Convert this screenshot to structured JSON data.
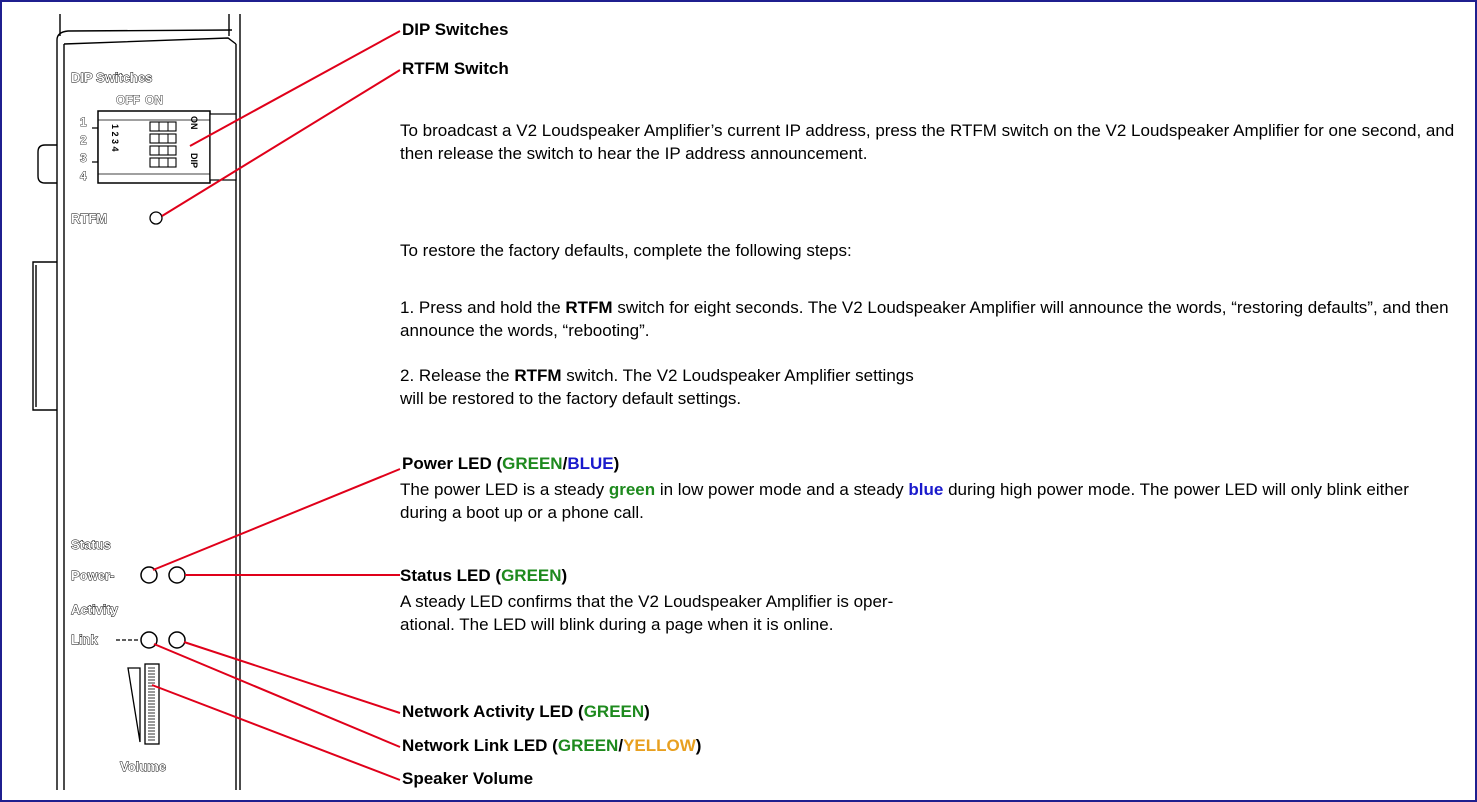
{
  "panel": {
    "dip_label": "DIP Switches",
    "off_label": "OFF",
    "on_label": "ON",
    "switch_numbers": [
      "1",
      "2",
      "3",
      "4"
    ],
    "switch_body_numbers": "1 2 3 4",
    "switch_on_text": "ON",
    "switch_dip_text": "DIP",
    "rtfm_label": "RTFM",
    "status_label": "Status",
    "power_label": "Power-",
    "activity_label": "Activity",
    "link_label": "Link",
    "volume_label": "Volume"
  },
  "callouts": {
    "dip_switches": "DIP Switches",
    "rtfm_switch": "RTFM Switch",
    "rtfm_para1": "To broadcast a V2 Loudspeaker Amplifier’s current IP address, press the RTFM switch on the V2 Loudspeaker Amplifier for one second, and then release the switch to hear the IP address announcement.",
    "rtfm_para2": "To restore the factory defaults, complete the following steps:",
    "step1_prefix": "1. Press and hold the ",
    "step1_bold": "RTFM",
    "step1_suffix": " switch for eight seconds. The V2 Loudspeaker Amplifier will announce the words, “restoring defaults”, and then announce the words, “rebooting”.",
    "step2_prefix": "2. Release the ",
    "step2_bold": "RTFM",
    "step2_line1_suffix": " switch. The V2 Loudspeaker Amplifier settings",
    "step2_line2": "will be restored to the factory default settings.",
    "power_led_title": "Power LED (",
    "power_led_green": "GREEN",
    "power_led_slash": "/",
    "power_led_blue": "BLUE",
    "power_led_close": ")",
    "power_desc_1": "The power LED is a steady ",
    "power_desc_green": "green",
    "power_desc_2": " in low power mode and a steady ",
    "power_desc_blue": "blue",
    "power_desc_3": " during high power mode. The power LED will only blink either during a boot up or a phone call.",
    "status_led_title": "Status LED (",
    "status_led_green": "GREEN",
    "status_led_close": ")",
    "status_desc_line1": "A steady LED confirms that the V2 Loudspeaker Amplifier is oper-",
    "status_desc_line2": "ational. The LED will blink during a page when it is online.",
    "activity_led_title": "Network Activity LED (",
    "activity_led_green": "GREEN",
    "activity_led_close": ")",
    "link_led_title": "Network Link LED (",
    "link_led_green": "GREEN",
    "link_led_slash": "/",
    "link_led_yellow": "YELLOW",
    "link_led_close": ")",
    "speaker_volume": "Speaker Volume"
  },
  "colors": {
    "leader_line": "#e0001a",
    "green": "#1e8a1e",
    "blue": "#1a1acc",
    "yellow": "#e8a020",
    "frame": "#1f1f8f"
  }
}
